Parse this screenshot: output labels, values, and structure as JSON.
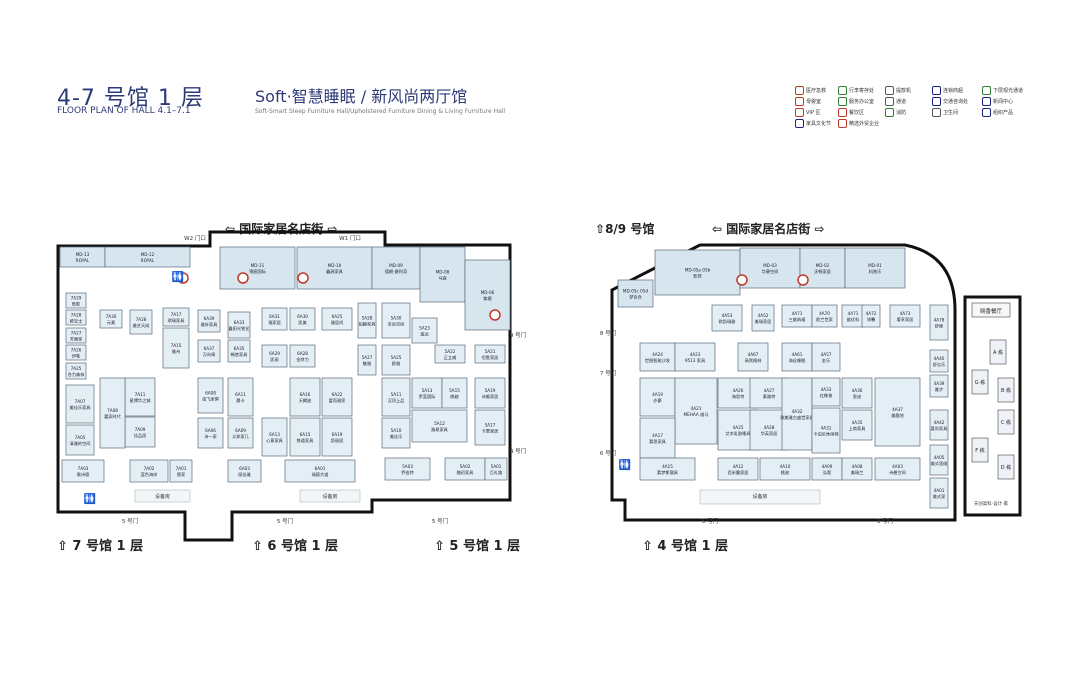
{
  "header": {
    "title": "4-7 号馆 1 层",
    "title_en": "FLOOR PLAN OF HALL 4.1–7.1",
    "subtitle": "Soft·智慧睡眠 / 新风尚两厅馆",
    "subtitle_en": "Soft-Smart Sleep Furniture Hall/Upholstered Furniture Dining & Living Furniture Hall"
  },
  "legend": [
    {
      "label": "医疗急救",
      "color": "#c0392b"
    },
    {
      "label": "行李寄存处",
      "color": "#2e7d32"
    },
    {
      "label": "提款机",
      "color": "#555555"
    },
    {
      "label": "连锁商超",
      "color": "#1a237e"
    },
    {
      "label": "下层观光通道",
      "color": "#2e7d32"
    },
    {
      "label": "母婴室",
      "color": "#c0392b"
    },
    {
      "label": "服务办公室",
      "color": "#2e7d32"
    },
    {
      "label": "通道",
      "color": "#555555"
    },
    {
      "label": "交通咨询处",
      "color": "#1a237e"
    },
    {
      "label": "新闻中心",
      "color": "#1a237e"
    },
    {
      "label": "VIP 区",
      "color": "#c0392b"
    },
    {
      "label": "餐饮区",
      "color": "#c0392b"
    },
    {
      "label": "消防",
      "color": "#2e7d32"
    },
    {
      "label": "卫生间",
      "color": "#555555"
    },
    {
      "label": "组织产品",
      "color": "#1a237e"
    },
    {
      "label": "家具文化节",
      "color": "#1a237e"
    },
    {
      "label": "精选外贸企业",
      "color": "#c0392b"
    }
  ],
  "map": {
    "street_label": "国际家居名店街",
    "hall_89": "8/9 号馆",
    "hall_7": "7 号馆 1 层",
    "hall_6": "6 号馆 1 层",
    "hall_5": "5 号馆 1 层",
    "hall_4": "4 号馆 1 层",
    "gates": [
      "W2 门口",
      "W1 门口",
      "5 号门",
      "5 号门",
      "5 号门",
      "3 号门",
      "7 号门",
      "6 号门",
      "8 号门",
      "9 号门",
      "5 号门",
      "4 号门"
    ],
    "left_booths": [
      {
        "id": "MD-13",
        "name": "ROYAL"
      },
      {
        "id": "MD-12",
        "name": "ROYAL"
      },
      {
        "id": "MD-11",
        "name": "锦宸国际"
      },
      {
        "id": "MD-10",
        "name": "鑫源家具"
      },
      {
        "id": "MD-09",
        "name": "德朗·爵利奇"
      },
      {
        "id": "MD-08",
        "name": "马森"
      },
      {
        "id": "MD-06",
        "name": "紫檀"
      },
      {
        "id": "7A29",
        "name": "皓影"
      },
      {
        "id": "7A28",
        "name": "欧宝士"
      },
      {
        "id": "7A27",
        "name": "芳雅家"
      },
      {
        "id": "7A26",
        "name": "伊象"
      },
      {
        "id": "7A25",
        "name": "合力森林"
      },
      {
        "id": "7A30",
        "name": "元素"
      },
      {
        "id": "7A28",
        "name": "美艺天成"
      },
      {
        "id": "7A17",
        "name": "琪瑞家具"
      },
      {
        "id": "7A15",
        "name": "雅州"
      },
      {
        "id": "7A11",
        "name": "星博华之城"
      },
      {
        "id": "7A09",
        "name": "佳品居"
      },
      {
        "id": "7A08",
        "name": "嘉家时代"
      },
      {
        "id": "7A07",
        "name": "美佳乐家具"
      },
      {
        "id": "7A05",
        "name": "清雅的空间"
      },
      {
        "id": "7A03",
        "name": "歌诗德"
      },
      {
        "id": "7A02",
        "name": "蓝色海岸"
      },
      {
        "id": "7A01",
        "name": "颐家"
      },
      {
        "id": "6A39",
        "name": "雅轩家具"
      },
      {
        "id": "6A37",
        "name": "万向椅"
      },
      {
        "id": "6A33",
        "name": "鑫阳光铁艺"
      },
      {
        "id": "6A35",
        "name": "畅悠家具"
      },
      {
        "id": "6A31",
        "name": "福家居"
      },
      {
        "id": "6A30",
        "name": "凯美"
      },
      {
        "id": "6A29",
        "name": "凯丽"
      },
      {
        "id": "6A28",
        "name": "金特力"
      },
      {
        "id": "6A25",
        "name": "雅居尚"
      },
      {
        "id": "6A22",
        "name": "富而雅家"
      },
      {
        "id": "6A19",
        "name": "凯丽居"
      },
      {
        "id": "6A16",
        "name": "天蝎座"
      },
      {
        "id": "6A15",
        "name": "铁道家具"
      },
      {
        "id": "6A13",
        "name": "心意家具"
      },
      {
        "id": "6A11",
        "name": "晨卡"
      },
      {
        "id": "6A09",
        "name": "义邦家几"
      },
      {
        "id": "6A08",
        "name": "南飞家俱"
      },
      {
        "id": "6A06",
        "name": "诗一家"
      },
      {
        "id": "6A03",
        "name": "丽佳雅"
      },
      {
        "id": "6A01",
        "name": "瑞德大道"
      },
      {
        "id": "5A28",
        "name": "铂趣家具"
      },
      {
        "id": "5A30",
        "name": "幸运空间"
      },
      {
        "id": "5A27",
        "name": "魅雅"
      },
      {
        "id": "5A25",
        "name": "欧雅"
      },
      {
        "id": "5A21",
        "name": "恒胜家居"
      },
      {
        "id": "5A22",
        "name": "正立威"
      },
      {
        "id": "5A23",
        "name": "遥远"
      },
      {
        "id": "5A11",
        "name": "汉顶上品"
      },
      {
        "id": "5A10",
        "name": "美佳乐"
      },
      {
        "id": "5A13",
        "name": "罗蓝国际"
      },
      {
        "id": "5A15",
        "name": "朗越"
      },
      {
        "id": "5A12",
        "name": "路易家具"
      },
      {
        "id": "5A19",
        "name": "诗美家居"
      },
      {
        "id": "5A17",
        "name": "卡慕家居"
      },
      {
        "id": "5A03",
        "name": "乔伯特"
      },
      {
        "id": "5A02",
        "name": "融初家具"
      },
      {
        "id": "5A01",
        "name": "巨礼路"
      }
    ],
    "right_booths": [
      {
        "id": "MD-05a 05b",
        "name": "乾梵"
      },
      {
        "id": "MD-05c 05d",
        "name": "梦百合"
      },
      {
        "id": "MD-03",
        "name": "华康空间"
      },
      {
        "id": "MD-02",
        "name": "沃顿家居"
      },
      {
        "id": "MD-01",
        "name": "科普乐"
      },
      {
        "id": "4A53",
        "name": "欧凯瑞雅"
      },
      {
        "id": "4A52",
        "name": "美瑞家居"
      },
      {
        "id": "4A71",
        "name": "三维纳福"
      },
      {
        "id": "4A70",
        "name": "欧兰世家"
      },
      {
        "id": "4A71",
        "name": "维优料"
      },
      {
        "id": "4A72",
        "name": "领馨"
      },
      {
        "id": "4A73",
        "name": "奢享家居"
      },
      {
        "id": "4A78",
        "name": "舒嫁"
      },
      {
        "id": "4A24",
        "name": "世图智能沙发"
      },
      {
        "id": "4A23",
        "name": "9513 家具"
      },
      {
        "id": "4A67",
        "name": "高然格林"
      },
      {
        "id": "4A61",
        "name": "海丝睡眠"
      },
      {
        "id": "4A57",
        "name": "金乐"
      },
      {
        "id": "4A40",
        "name": "舒吉乐"
      },
      {
        "id": "4A39",
        "name": "曼步"
      },
      {
        "id": "4A19",
        "name": "亦豪"
      },
      {
        "id": "4A21",
        "name": "MEHAA 维马"
      },
      {
        "id": "4A26",
        "name": "海思特"
      },
      {
        "id": "4A27",
        "name": "素雅特"
      },
      {
        "id": "4A25",
        "name": "艾木乳胶睡具"
      },
      {
        "id": "4A28",
        "name": "华英家居"
      },
      {
        "id": "4A17",
        "name": "慕思家具"
      },
      {
        "id": "4A32",
        "name": "歌美雅古盛世家具"
      },
      {
        "id": "4A33",
        "name": "红橡香"
      },
      {
        "id": "4A31",
        "name": "卡伯尼休闲椅"
      },
      {
        "id": "4A36",
        "name": "皇迪"
      },
      {
        "id": "4A35",
        "name": "上商家具"
      },
      {
        "id": "4A37",
        "name": "美鹿地"
      },
      {
        "id": "4A42",
        "name": "喜尚家具"
      },
      {
        "id": "4A05",
        "name": "美式思维"
      },
      {
        "id": "4A01",
        "name": "美式家"
      },
      {
        "id": "4A15",
        "name": "慕梦斯寝具"
      },
      {
        "id": "4A12",
        "name": "西米露家居"
      },
      {
        "id": "4A10",
        "name": "桃勋"
      },
      {
        "id": "4A09",
        "name": "弘毅"
      },
      {
        "id": "4A08",
        "name": "美瑞兰"
      },
      {
        "id": "4A03",
        "name": "诗曼空间"
      }
    ],
    "annex": {
      "title": "晓香餐厅",
      "rooms": [
        "A 栋",
        "G 栋",
        "B 栋",
        "C 栋",
        "F 栋",
        "D 栋"
      ],
      "note": "天创高科·设计·家"
    },
    "service_room": "设备房"
  }
}
